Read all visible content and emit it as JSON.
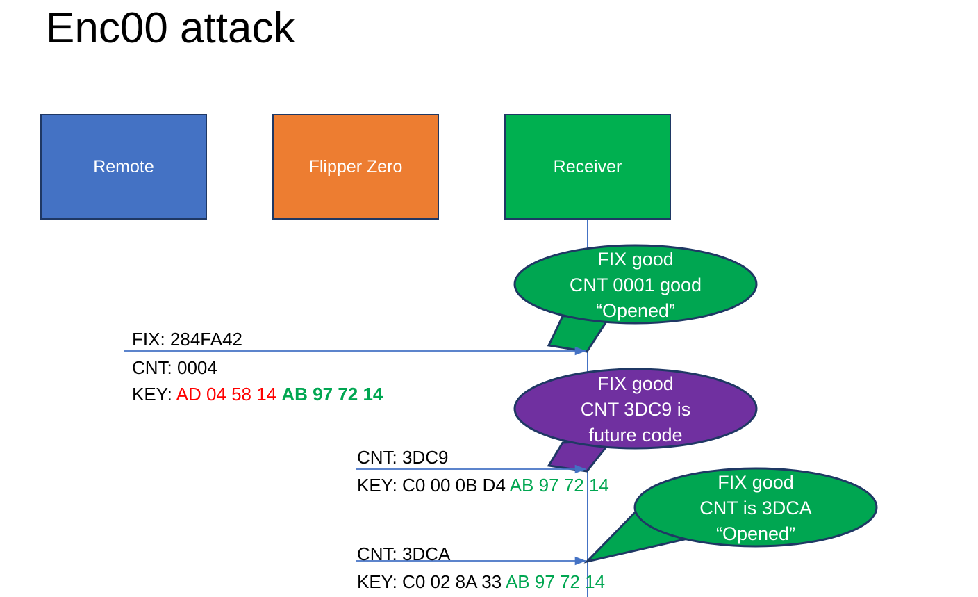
{
  "slide": {
    "title": "Enc00 attack",
    "background": "#FFFFFF"
  },
  "colors": {
    "remote_blue": "#4472C4",
    "flipper_orange": "#ED7D31",
    "receiver_green": "#00B050",
    "bubble_green": "#00A651",
    "bubble_purple": "#7030A0",
    "outline_navy": "#1F3864",
    "lifeline_blue": "#4472C4",
    "key_red": "#FF0000",
    "key_green": "#00A651",
    "text_black": "#000000",
    "text_white": "#FFFFFF"
  },
  "actors": [
    {
      "id": "remote",
      "label": "Remote",
      "fill": "#4472C4"
    },
    {
      "id": "flipper",
      "label": "Flipper Zero",
      "fill": "#ED7D31"
    },
    {
      "id": "receiver",
      "label": "Receiver",
      "fill": "#00B050"
    }
  ],
  "messages": [
    {
      "id": "msg1",
      "from": "remote",
      "to": "receiver",
      "lines": [
        {
          "label": "FIX: 284FA42"
        }
      ],
      "below_lines": [
        {
          "label": "CNT: 0004"
        },
        {
          "prefix": "KEY: ",
          "part_red": "AD 04 58 14",
          "part_green": "AB 97 72 14"
        }
      ]
    },
    {
      "id": "msg2",
      "from": "flipper",
      "to": "receiver",
      "lines": [
        {
          "label": "CNT: 3DC9"
        }
      ],
      "below_lines": [
        {
          "prefix": "KEY: C0 00 0B D4 ",
          "part_green": "AB 97 72 14"
        }
      ]
    },
    {
      "id": "msg3",
      "from": "flipper",
      "to": "receiver",
      "lines": [
        {
          "label": "CNT: 3DCA"
        }
      ],
      "below_lines": [
        {
          "prefix": "KEY: C0 02 8A 33 ",
          "part_green": "AB 97 72 14"
        }
      ]
    }
  ],
  "callouts": [
    {
      "id": "callout1",
      "fill": "#00A651",
      "lines": [
        "FIX good",
        "CNT 0001 good",
        "“Opened”"
      ]
    },
    {
      "id": "callout2",
      "fill": "#7030A0",
      "lines": [
        "FIX good",
        "CNT 3DC9 is",
        "future code"
      ]
    },
    {
      "id": "callout3",
      "fill": "#00A651",
      "lines": [
        "FIX good",
        "CNT is 3DCA",
        "“Opened”"
      ]
    }
  ]
}
